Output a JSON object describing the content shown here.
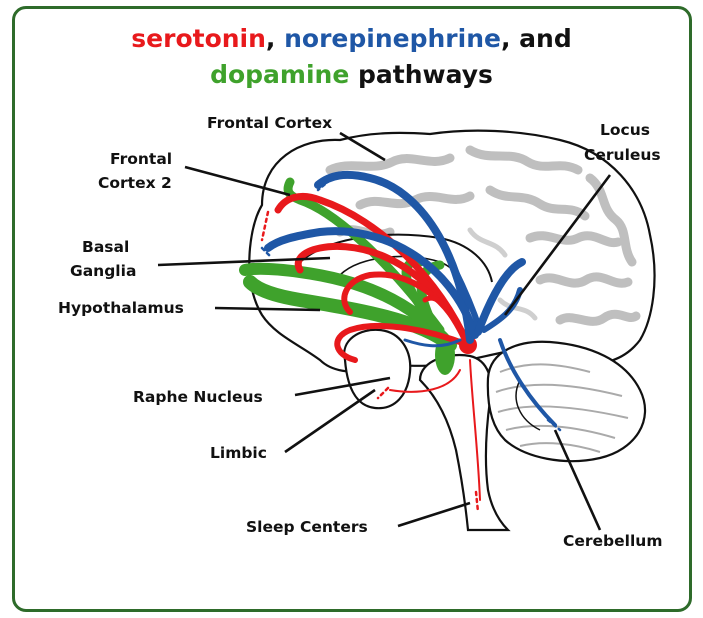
{
  "title": {
    "line1": [
      {
        "text": "serotonin",
        "color": "#e8191c"
      },
      {
        "text": ", ",
        "color": "#111111"
      },
      {
        "text": "norepinephrine",
        "color": "#1f57a6"
      },
      {
        "text": ", and",
        "color": "#111111"
      }
    ],
    "line2": [
      {
        "text": "dopamine",
        "color": "#3fa22c"
      },
      {
        "text": " pathways",
        "color": "#111111"
      }
    ]
  },
  "labels": {
    "frontal_cortex": "Frontal Cortex",
    "frontal_cortex_2_line1": "Frontal",
    "frontal_cortex_2_line2": "Cortex 2",
    "basal_ganglia_line1": "Basal",
    "basal_ganglia_line2": "Ganglia",
    "hypothalamus": "Hypothalamus",
    "raphe_nucleus": "Raphe Nucleus",
    "limbic": "Limbic",
    "sleep_centers": "Sleep Centers",
    "locus_ceruleus_line1": "Locus",
    "locus_ceruleus_line2": "Ceruleus",
    "cerebellum": "Cerebellum"
  },
  "colors": {
    "serotonin": "#e8191c",
    "norepinephrine": "#1f57a6",
    "dopamine": "#3fa22c",
    "frame": "#2e6b2a"
  }
}
